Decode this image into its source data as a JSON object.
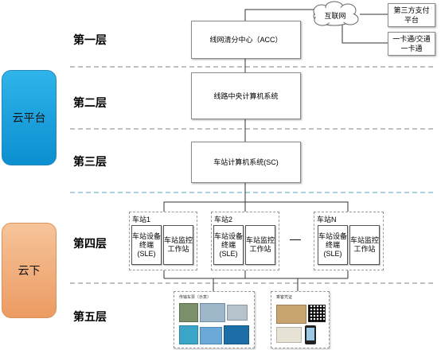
{
  "layers": {
    "l1": "第一层",
    "l2": "第二层",
    "l3": "第三层",
    "l4": "第四层",
    "l5": "第五层"
  },
  "cloud": {
    "cloud_platform": "云平台",
    "cloud_below": "云下"
  },
  "boxes": {
    "acc": "线网清分中心（ACC）",
    "line_central": "线路中央计算机系统",
    "station_sc": "车站计算机系统(SC)",
    "internet": "互联网",
    "third_party": "第三方支付平台",
    "card": "一卡通/交通一卡通"
  },
  "stations": [
    {
      "name": "车站1",
      "sle": "车站设备终端(SLE)",
      "monitor": "车站监控工作站"
    },
    {
      "name": "车站2",
      "sle": "车站设备终端(SLE)",
      "monitor": "车站监控工作站"
    },
    {
      "name": "车站N",
      "sle": "车站设备终端(SLE)",
      "monitor": "车站监控工作站"
    }
  ],
  "ellipsis": "—",
  "panels": {
    "left_title": "传输车票（示意）",
    "right_title": "乘客凭证"
  },
  "colors": {
    "cloud_platform_top": "#2fb4ea",
    "cloud_platform_bottom": "#0b8fd0",
    "cloud_below_top": "#f6c49a",
    "cloud_below_bottom": "#ec9b62",
    "divider_gray": "#9c9c9c",
    "divider_blue": "#7ab6d6"
  }
}
